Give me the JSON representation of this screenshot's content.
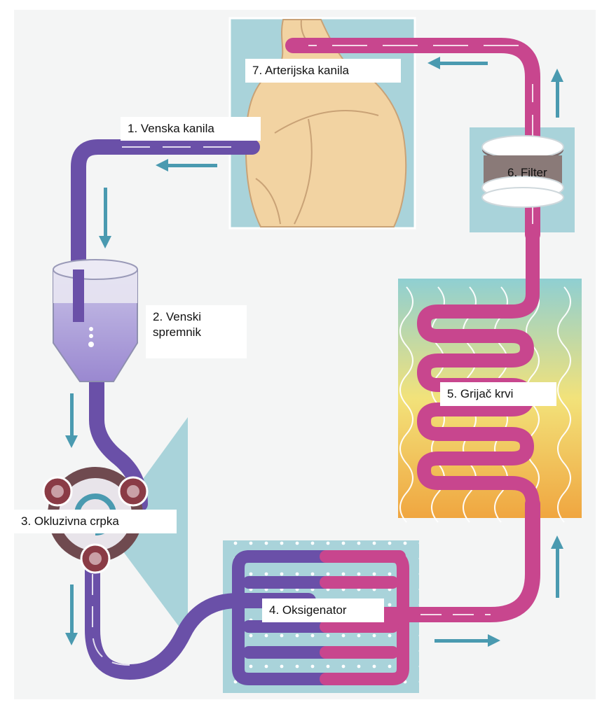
{
  "labels": {
    "venous_cannula": "1. Venska kanila",
    "venous_reservoir_line1": "2. Venski",
    "venous_reservoir_line2": "spremnik",
    "occlusive_pump": "3. Okluzivna crpka",
    "oxygenator": "4. Oksigenator",
    "blood_warmer": "5. Grijač krvi",
    "filter": "6. Filter",
    "arterial_cannula": "7. Arterijska kanila"
  },
  "colors": {
    "venous_tube": "#6a50a8",
    "arterial_tube": "#c8468e",
    "panel_background": "#a9d3da",
    "heart": "#f2d3a2",
    "flow_arrow": "#4a9ab0",
    "pump_roller": "#8a3b45"
  }
}
